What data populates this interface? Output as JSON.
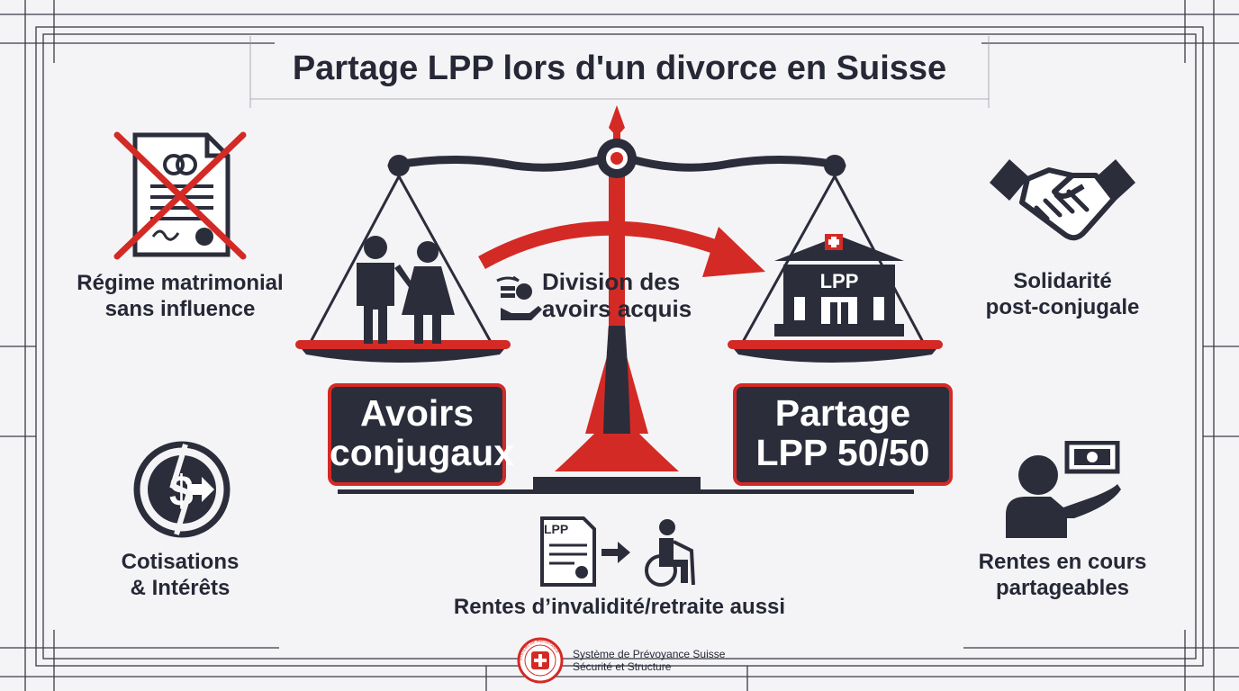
{
  "title": "Partage LPP lors d'un divorce en Suisse",
  "left_top": {
    "line1": "Régime matrimonial",
    "line2": "sans influence",
    "icon": "crossed-marriage-certificate-icon"
  },
  "left_bottom": {
    "line1": "Cotisations",
    "line2": "& Intérêts",
    "icon": "dollar-arrow-icon"
  },
  "right_top": {
    "line1": "Solidarité",
    "line2": "post-conjugale",
    "icon": "handshake-icon"
  },
  "right_bottom": {
    "line1": "Rentes en cours",
    "line2": "partageables",
    "icon": "person-receiving-money-icon"
  },
  "scale": {
    "left_box": {
      "line1": "Avoirs",
      "line2": "conjugaux"
    },
    "right_box": {
      "line1": "Partage",
      "line2": "LPP 50/50"
    },
    "building_label": "LPP",
    "arrow_label": {
      "line1": "Division des",
      "line2": "avoirs acquis"
    }
  },
  "bottom_center": {
    "doc_label": "LPP",
    "caption": "Rentes d’invalidité/retraite aussi"
  },
  "footer": {
    "seal_text": "SYSTÈME DE PRÉVOYANCE",
    "line1": "Système de Prévoyance Suisse",
    "line2": "Sécurité et Structure"
  },
  "colors": {
    "accent": "#d42a25",
    "dark": "#2b2d3b",
    "background": "#f4f4f6"
  }
}
